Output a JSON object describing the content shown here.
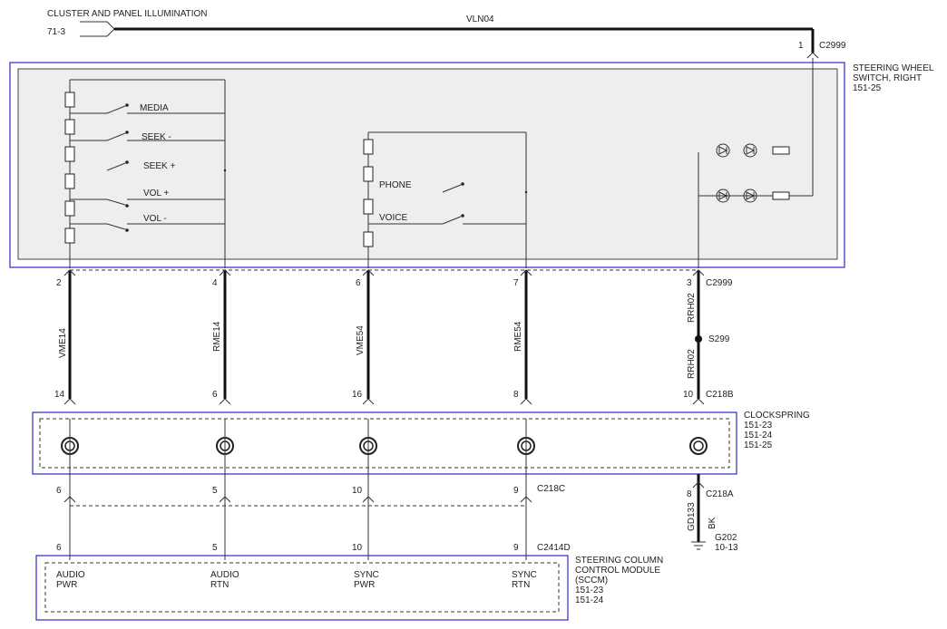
{
  "header": {
    "title": "CLUSTER AND PANEL ILLUMINATION",
    "source_ref": "71-3",
    "wire_id": "VLN04",
    "pin": "1",
    "connector": "C2999"
  },
  "switch_module": {
    "name_line1": "STEERING WHEEL",
    "name_line2": "SWITCH, RIGHT",
    "ref": "151-25",
    "switches": [
      "MEDIA",
      "SEEK -",
      "SEEK +",
      "VOL +",
      "VOL -",
      "PHONE",
      "VOICE"
    ]
  },
  "circuits": [
    {
      "top_pin": "2",
      "wire": "VME14",
      "cs_pin": "14",
      "c218c_pin": "6",
      "sccm_pin": "6",
      "sccm_label1": "AUDIO",
      "sccm_label2": "PWR"
    },
    {
      "top_pin": "4",
      "wire": "RME14",
      "cs_pin": "6",
      "c218c_pin": "5",
      "sccm_pin": "5",
      "sccm_label1": "AUDIO",
      "sccm_label2": "RTN"
    },
    {
      "top_pin": "6",
      "wire": "VME54",
      "cs_pin": "16",
      "c218c_pin": "10",
      "sccm_pin": "10",
      "sccm_label1": "SYNC",
      "sccm_label2": "PWR"
    },
    {
      "top_pin": "7",
      "wire": "RME54",
      "cs_pin": "8",
      "c218c_pin": "9",
      "sccm_pin": "9",
      "sccm_label1": "SYNC",
      "sccm_label2": "RTN"
    }
  ],
  "ground_circuit": {
    "top_pin": "3",
    "top_connector": "C2999",
    "wire_upper": "RRH02",
    "splice": "S299",
    "wire_lower": "RRH02",
    "cs_pin": "10",
    "cs_connector": "C218B",
    "c218a_pin": "8",
    "c218a_connector": "C218A",
    "gnd_wire": "GD133",
    "gnd_color": "BK",
    "ground": "G202",
    "ground_ref": "10-13"
  },
  "connectors": {
    "c218c": "C218C",
    "c2414d": "C2414D"
  },
  "clockspring": {
    "name": "CLOCKSPRING",
    "refs": [
      "151-23",
      "151-24",
      "151-25"
    ]
  },
  "sccm": {
    "name_line1": "STEERING COLUMN",
    "name_line2": "CONTROL MODULE",
    "name_line3": "(SCCM)",
    "refs": [
      "151-23",
      "151-24"
    ]
  }
}
